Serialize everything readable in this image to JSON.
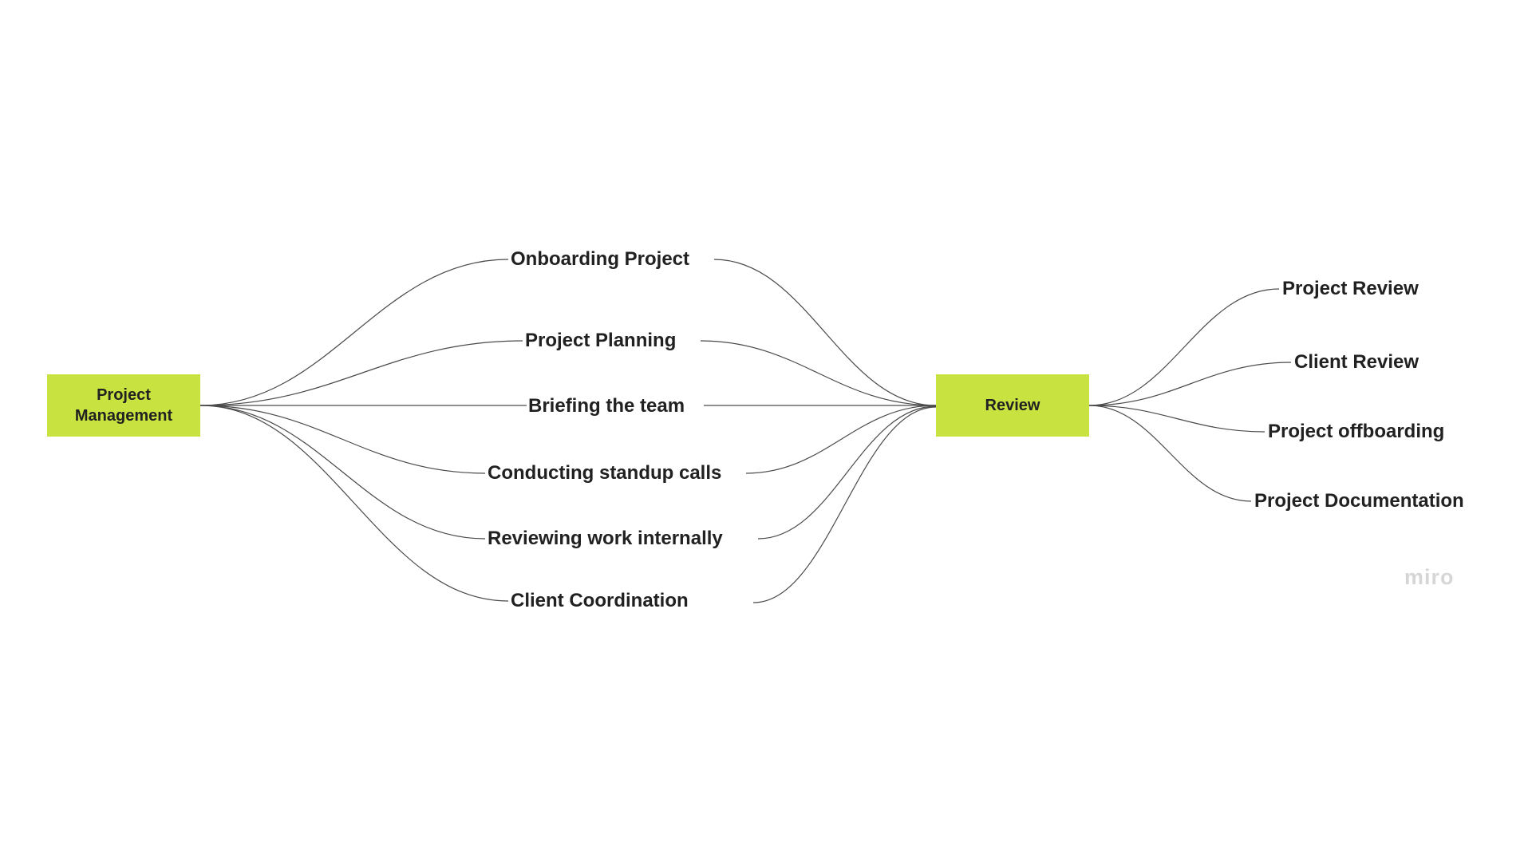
{
  "diagram": {
    "root_node": {
      "label": "Project Management"
    },
    "hub_node": {
      "label": "Review"
    },
    "left_branches": [
      "Onboarding Project",
      "Project Planning",
      "Briefing the team",
      "Conducting standup calls",
      "Reviewing work internally",
      "Client Coordination"
    ],
    "right_branches": [
      "Project Review",
      "Client Review",
      "Project offboarding",
      "Project Documentation"
    ]
  },
  "watermark": "miro",
  "colors": {
    "node_fill": "#c8e23f",
    "line": "#4a4a4a",
    "text": "#212121",
    "watermark": "#d6d6d6"
  }
}
